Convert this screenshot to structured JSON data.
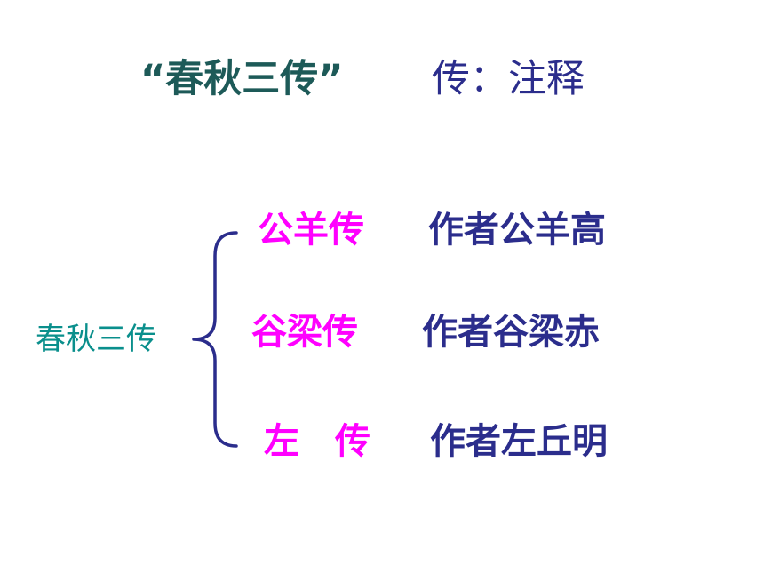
{
  "header": {
    "title": "“春秋三传”",
    "definition": "传：注释"
  },
  "group_label": "春秋三传",
  "items": [
    {
      "book": "公羊传",
      "author": "作者公羊高"
    },
    {
      "book": "谷梁传",
      "author": "作者谷梁赤"
    },
    {
      "book": "左　传",
      "author": "作者左丘明"
    }
  ],
  "colors": {
    "title": "#1d5a58",
    "definition": "#2b2d8c",
    "group_label": "#0a8f8c",
    "book": "#ff00ff",
    "author": "#2b2d8c",
    "brace": "#2b2d8c"
  }
}
